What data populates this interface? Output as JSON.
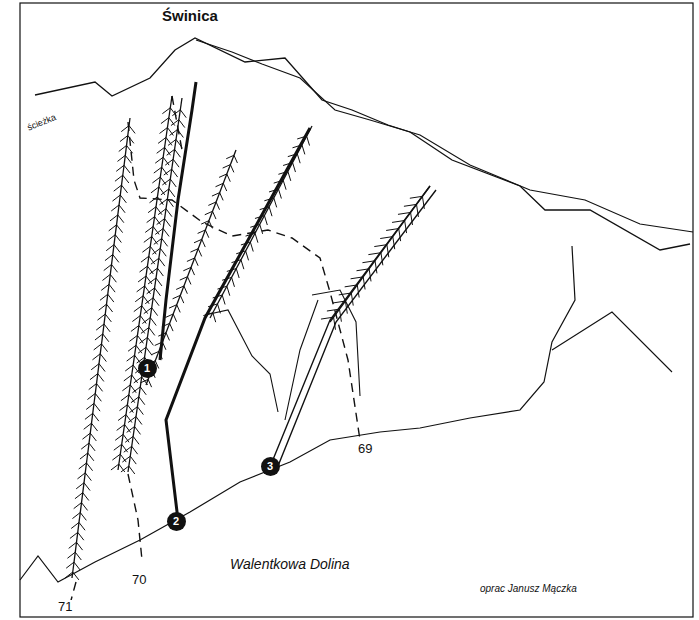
{
  "diagram": {
    "nodes": [
      {
        "text": [
          "1"
        ]
      },
      {
        "text": [
          "2"
        ]
      },
      {
        "text": [
          "3"
        ]
      }
    ],
    "labels": [
      "Świnica",
      "ścieżka",
      "70",
      "71",
      "69",
      "Walentkowa Dolina",
      "oprac Janusz Mączka"
    ]
  }
}
